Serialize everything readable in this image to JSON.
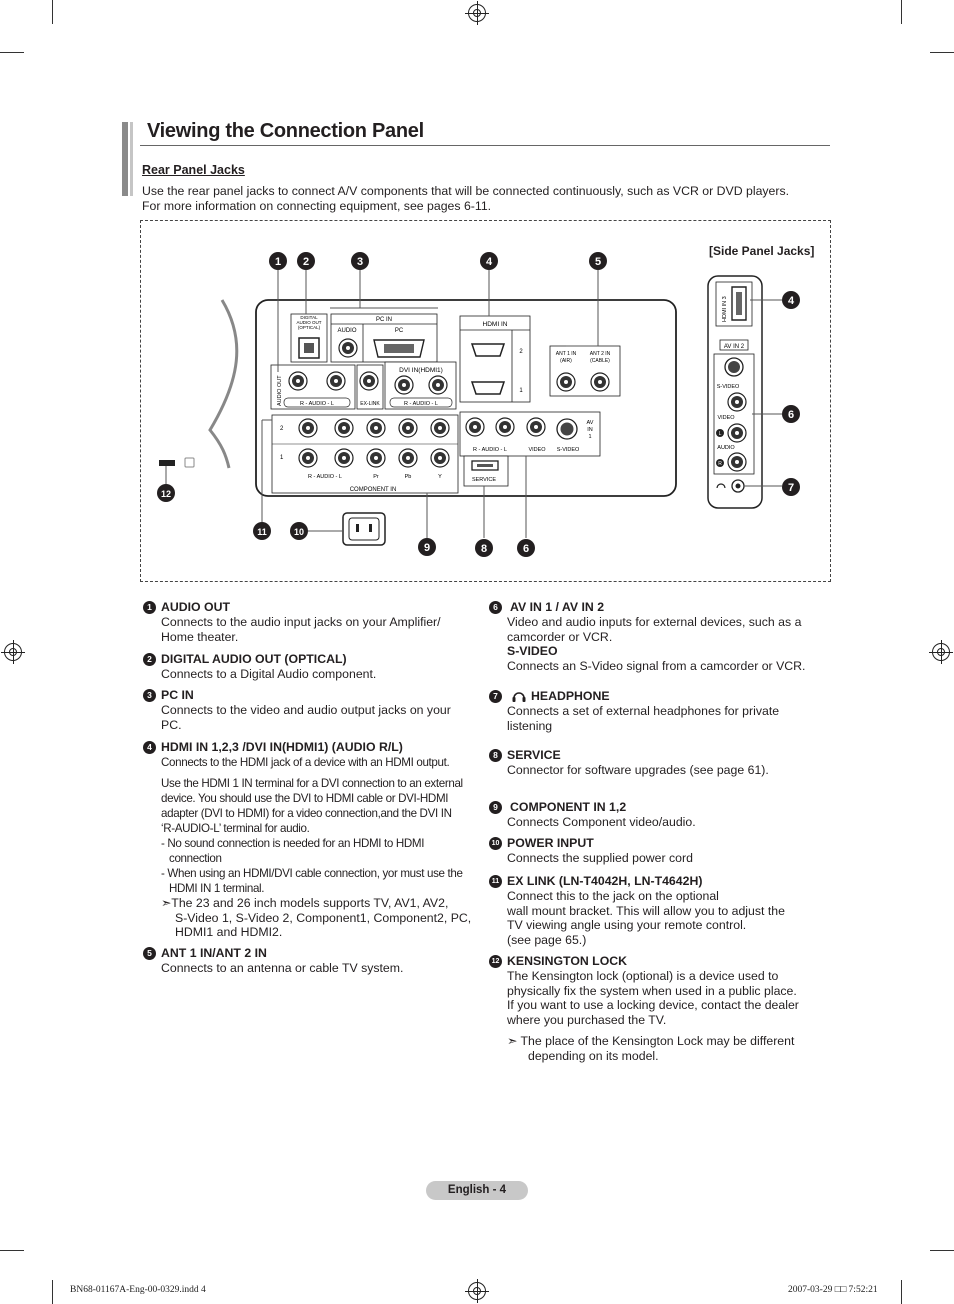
{
  "page_title": "Viewing the Connection Panel",
  "subheading": "Rear Panel Jacks",
  "intro_lines": [
    "Use the rear panel jacks to connect A/V components that will be connected continuously, such as VCR or DVD players.",
    "For more information on connecting equipment, see pages 6-11."
  ],
  "diagram": {
    "side_panel_caption": "[Side Panel Jacks]",
    "callout_numbers": [
      "1",
      "2",
      "3",
      "4",
      "5",
      "4",
      "6",
      "7",
      "12",
      "11",
      "10",
      "9",
      "8",
      "6"
    ],
    "panel_labels": {
      "digital_audio_out": [
        "DIGITAL",
        "AUDIO OUT",
        "(OPTICAL)"
      ],
      "pc_in": "PC IN",
      "audio": "AUDIO",
      "pc": "PC",
      "hdmi_in": "HDMI IN",
      "hdmi_2": "2",
      "hdmi_1": "1",
      "ant1": [
        "ANT 1 IN",
        "(AIR)"
      ],
      "ant2": [
        "ANT 2 IN",
        "(CABLE)"
      ],
      "audio_out": "AUDIO OUT",
      "dvi_in": "DVI IN(HDMI1)",
      "ex_link": "EX-LINK",
      "r_audio_l": "R - AUDIO - L",
      "component_in": "COMPONENT IN",
      "comp_2": "2",
      "comp_1": "1",
      "pr": "Pr",
      "pb": "Pb",
      "y": "Y",
      "video": "VIDEO",
      "s_video": "S-VIDEO",
      "av_in_1": [
        "AV",
        "IN",
        "1"
      ],
      "service": "SERVICE",
      "side_hdmi_in_3": "HDMI IN 3",
      "side_av_in_2": "AV IN 2",
      "side_s_video": "S-VIDEO",
      "side_video": "VIDEO",
      "side_audio": "AUDIO",
      "side_l": "L",
      "side_r": "R"
    }
  },
  "left_items": [
    {
      "num": "1",
      "title": "AUDIO OUT",
      "lines": [
        "Connects to the audio input jacks on your Amplifier/",
        "Home theater."
      ]
    },
    {
      "num": "2",
      "title": "DIGITAL AUDIO OUT (OPTICAL)",
      "lines": [
        "Connects to a Digital Audio component."
      ]
    },
    {
      "num": "3",
      "title": "PC IN",
      "lines": [
        "Connects to the video and audio output jacks on your",
        "PC."
      ]
    },
    {
      "num": "4",
      "title": "HDMI IN 1,2,3 /DVI IN(HDMI1) (AUDIO R/L)",
      "lines": [
        "Connects to the HDMI jack of a device with an HDMI output."
      ],
      "para": [
        "Use the HDMI 1 IN terminal for a DVI connection to an external",
        "device. You should use the DVI to HDMI cable or DVI-HDMI",
        "adapter (DVI to HDMI) for a video connection,and the DVI IN",
        "‘R-AUDIO-L’ terminal for audio."
      ],
      "bullets": [
        [
          "- No sound connection is needed for an HDMI to HDMI",
          "connection"
        ],
        [
          "- When using an HDMI/DVI cable connection, yor must use the",
          "HDMI IN 1 terminal."
        ]
      ],
      "note": [
        "➣The 23 and 26 inch models supports TV, AV1, AV2,",
        "S-Video 1, S-Video 2, Component1, Component2, PC,",
        "HDMI1 and HDMI2."
      ]
    },
    {
      "num": "5",
      "title": "ANT 1 IN/ANT 2 IN",
      "lines": [
        "Connects to an antenna or cable TV system."
      ]
    }
  ],
  "right_items": [
    {
      "num": "6",
      "title": "AV IN 1 / AV IN 2",
      "lines": [
        "Video and audio inputs for external devices, such as a",
        "camcorder or VCR."
      ],
      "subtitle": "S-VIDEO",
      "sublines": [
        "Connects an S-Video signal from a camcorder or VCR."
      ]
    },
    {
      "num": "7",
      "title": "HEADPHONE",
      "lines": [
        "Connects a set of external headphones for private",
        "listening"
      ]
    },
    {
      "num": "8",
      "title": "SERVICE",
      "lines": [
        "Connector for software upgrades (see page 61)."
      ]
    },
    {
      "num": "9",
      "title": "COMPONENT IN 1,2",
      "lines": [
        "Connects Component video/audio."
      ]
    },
    {
      "num": "10",
      "title": "POWER INPUT",
      "lines": [
        "Connects the supplied power cord"
      ]
    },
    {
      "num": "11",
      "title": "EX LINK (LN-T4042H, LN-T4642H)",
      "lines": [
        "Connect this to the jack on the optional",
        "wall mount bracket. This will allow you to adjust the",
        "TV viewing angle using your remote control.",
        "(see page 65.)"
      ]
    },
    {
      "num": "12",
      "title": "KENSINGTON LOCK",
      "lines": [
        "The Kensington lock (optional) is a device used to",
        "physically fix the system when used in a public place.",
        "If you want to use a locking device, contact the dealer",
        "where you purchased the TV."
      ],
      "note": [
        "➣ The place of the Kensington Lock may be different",
        "depending on its model."
      ]
    }
  ],
  "footer": {
    "page_label": "English - 4",
    "slug_left": "BN68-01167A-Eng-00-0329.indd   4",
    "slug_right": "2007-03-29   □□ 7:52:21"
  }
}
